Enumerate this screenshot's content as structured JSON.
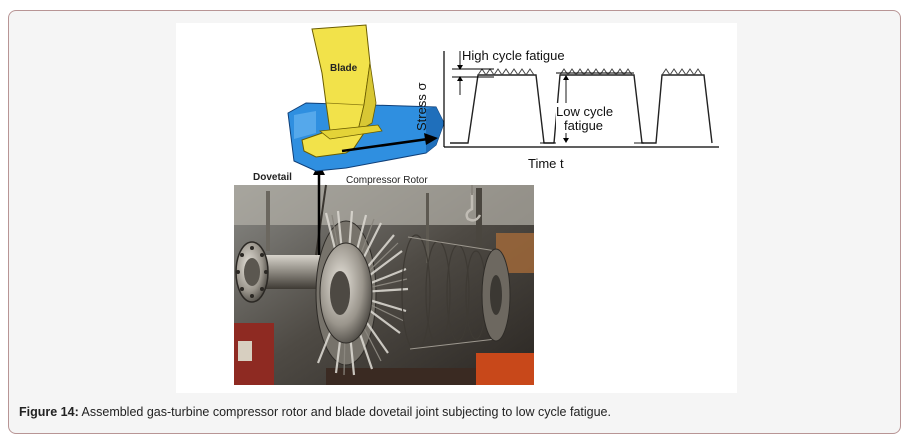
{
  "figure": {
    "labels": {
      "blade": "Blade",
      "dovetail": "Dovetail",
      "compressor_rotor": "Compressor Rotor",
      "high_cycle": "High cycle fatigue",
      "low_cycle_1": "Low cycle",
      "low_cycle_2": "fatigue",
      "y_axis": "Stress σ",
      "x_axis": "Time t"
    },
    "colors": {
      "blade": "#f2e24a",
      "dovetail_block": "#2f8fe0",
      "frame_border": "#b89595",
      "background": "#f5f5f5"
    }
  },
  "caption": {
    "label": "Figure 14:",
    "text": " Assembled gas-turbine compressor rotor and blade dovetail joint subjecting to low cycle fatigue."
  }
}
